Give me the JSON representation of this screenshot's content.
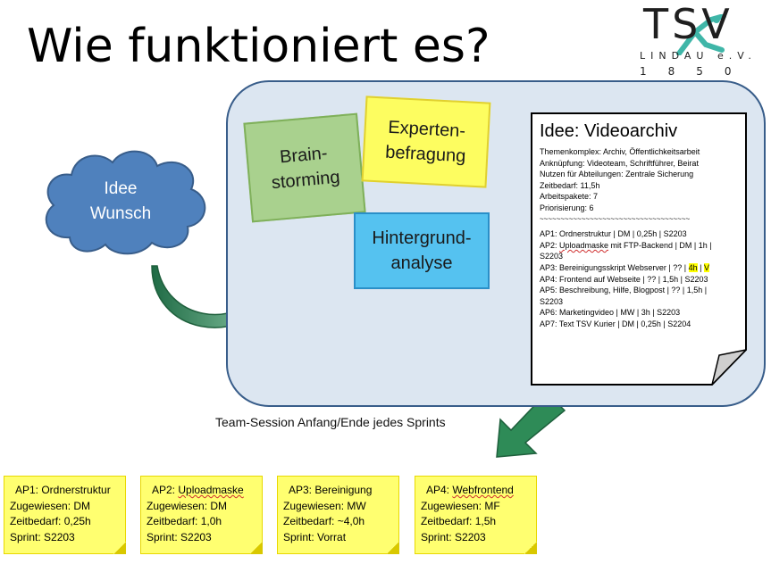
{
  "title": "Wie funktioniert es?",
  "logo": {
    "name": "TSV",
    "subtitle": "LINDAU e.V.",
    "year": "1850"
  },
  "cloud": {
    "line1": "Idee",
    "line2": "Wunsch"
  },
  "notes": {
    "brainstorming": {
      "line1": "Brain-",
      "line2": "storming"
    },
    "experten": {
      "line1": "Experten-",
      "line2": "befragung"
    },
    "hintergrund": {
      "line1": "Hintergrund-",
      "line2": "analyse"
    }
  },
  "idea_doc": {
    "title": "Idee: Videoarchiv",
    "meta": [
      "Themenkomplex: Archiv, Öffentlichkeitsarbeit",
      "Anknüpfung: Videoteam, Schriftführer, Beirat",
      "Nutzen für Abteilungen: Zentrale Sicherung",
      "Zeitbedarf: 11,5h",
      "Arbeitspakete: 7",
      "Priorisierung: 6"
    ],
    "separator": "~~~~~~~~~~~~~~~~~~~~~~~~~~~~~~~~~~~~",
    "ap1": "AP1: Ordnerstruktur | DM | 0,25h | S2203",
    "ap2_prefix": "AP2: ",
    "ap2_word": "Uploadmaske",
    "ap2_rest": " mit FTP-Backend | DM | 1h |",
    "ap2_cont": "S2203",
    "ap3_prefix": "AP3: Bereinigungsskript Webserver | ?? | ",
    "ap3_hours": "4h",
    "ap3_sep": " | ",
    "ap3_sprint": "V",
    "ap4": "AP4: Frontend auf Webseite | ?? | 1,5h | S2203",
    "ap5": "AP5: Beschreibung, Hilfe, Blogpost | ?? | 1,5h |",
    "ap5_cont": "S2203",
    "ap6": "AP6: Marketingvideo | MW | 3h | S2203",
    "ap7": "AP7: Text TSV Kurier | DM | 0,25h | S2204"
  },
  "caption": "Team-Session Anfang/Ende jedes Sprints",
  "tasks": [
    {
      "title": "AP1: Ordnerstruktur",
      "assigned": "Zugewiesen: DM",
      "time": "Zeitbedarf: 0,25h",
      "sprint": "Sprint: S2203"
    },
    {
      "title_prefix": "AP2: ",
      "title_word": "Uploadmaske",
      "assigned": "Zugewiesen: DM",
      "time": "Zeitbedarf: 1,0h",
      "sprint": "Sprint: S2203"
    },
    {
      "title": "AP3: Bereinigung",
      "assigned": "Zugewiesen: MW",
      "time": "Zeitbedarf: ~4,0h",
      "sprint": "Sprint: Vorrat"
    },
    {
      "title_prefix": "AP4: ",
      "title_word": "Webfrontend",
      "assigned": "Zugewiesen: MF",
      "time": "Zeitbedarf: 1,5h",
      "sprint": "Sprint: S2203"
    }
  ],
  "colors": {
    "cloud": "#4f81bd",
    "session_box": "#dce6f1",
    "brainstorming_note": "#a9d18e",
    "experten_note": "#fdfd60",
    "hintergrund_note": "#55c2f0",
    "task_note": "#ffff70",
    "arrow": "#2e8b57"
  }
}
